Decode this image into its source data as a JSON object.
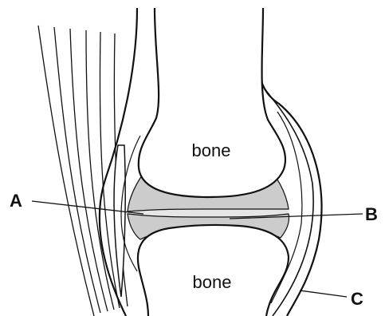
{
  "diagram": {
    "upper_bone_label": "bone",
    "lower_bone_label": "bone",
    "label_a": "A",
    "label_b": "B",
    "label_c": "C",
    "colors": {
      "outline": "#111111",
      "cartilage_fill": "#cccccc",
      "synovial_fluid_fill": "#e6e6e6",
      "background": "#ffffff"
    }
  }
}
